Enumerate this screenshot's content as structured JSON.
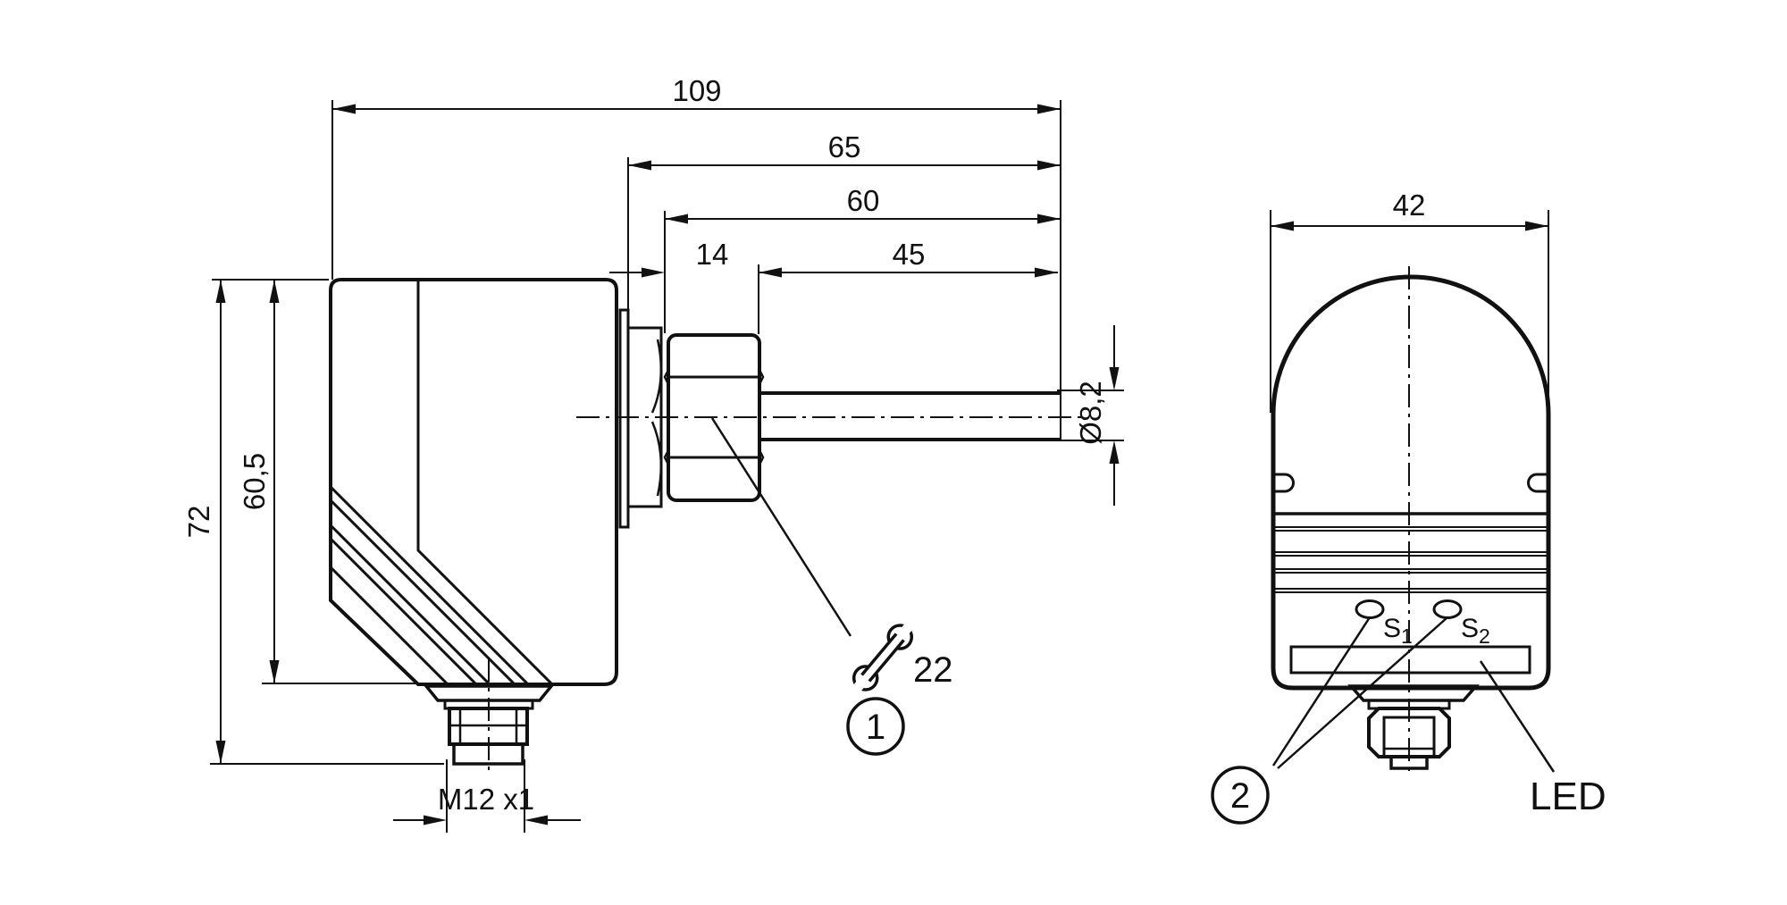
{
  "title": "Sensor dimensional drawing",
  "colors": {
    "ink": "#111111",
    "background": "#ffffff"
  },
  "icons": {
    "wrench": "open-end-wrench-icon"
  },
  "side_view": {
    "dims": {
      "overall_length": "109",
      "to_flange": "65",
      "to_nut": "60",
      "nut_len": "14",
      "probe_len": "45",
      "total_height": "72",
      "housing_height": "60,5",
      "probe_dia": "Ø8,2",
      "conn_thread": "M12 x1",
      "wrench_size": "22"
    },
    "callout": "1"
  },
  "front_view": {
    "dims": {
      "width": "42"
    },
    "s1": {
      "main": "S",
      "sub": "1"
    },
    "s2": {
      "main": "S",
      "sub": "2"
    },
    "led": "LED",
    "callout": "2"
  }
}
